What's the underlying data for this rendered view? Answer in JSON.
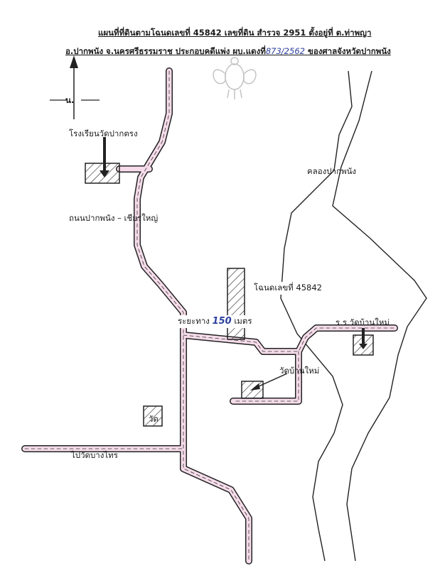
{
  "header": {
    "line1": "แผนที่ที่ดินตามโฉนดเลขที่ 45842 เลขที่ดิน สำรวจ 2951 ตั้งอยู่ที่ ต.ท่าพญา",
    "line2_prefix": "อ.ปากพนัง จ.นครศรีธรรมราช ประกอบคดีแพ่ง ผบ.แดงที่",
    "line2_case": "873/2562",
    "line2_suffix": "ของศาลจังหวัดปากพนัง"
  },
  "compass": {
    "label": "น."
  },
  "labels": {
    "school_pak_trang": "โรงเรียนวัดปากตรง",
    "canal": "คลองปากพนัง",
    "road_main": "ถนนปากพนัง – เชียรใหญ่",
    "deed": "โฉนดเลขที่ 45842",
    "distance_prefix": "ระยะทาง",
    "distance_value": "150",
    "distance_unit": "เมตร",
    "school_ban_mai": "ร.ร.วัดบ้านใหม่",
    "wat_ban_mai": "วัดบ้านใหม่",
    "wat": "วัด",
    "to_wat_bang_sai": "ไปวัดบางไทร"
  }
}
